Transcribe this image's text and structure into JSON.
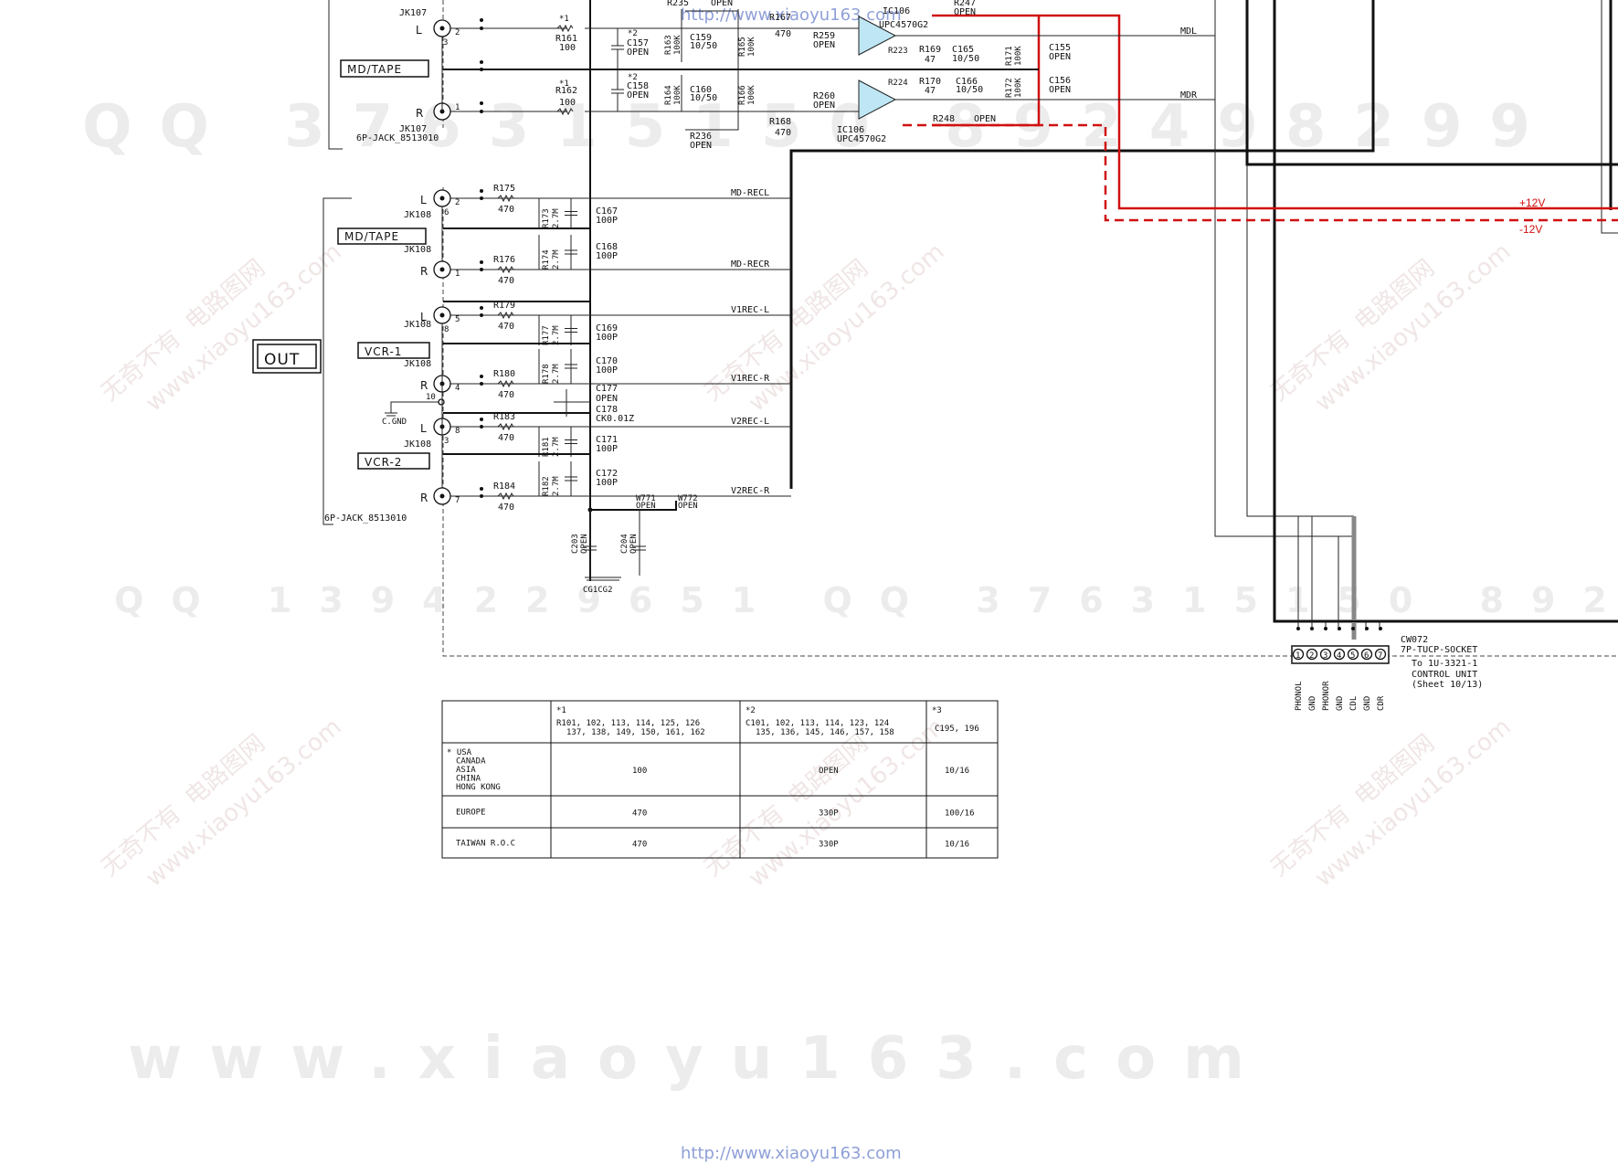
{
  "watermarks": {
    "qq_top": "QQ 376315150  892498299",
    "qq_mid": "QQ 1394229651  QQ 376315150  892498299",
    "site_bottom": "www.xiaoyu163.com",
    "cn_brand": "无奇不有",
    "cn_site": "电路图网",
    "cn_url": "www.xiaoyu163.com",
    "url_top": "http://www.xiaoyu163.com",
    "url_bottom": "http://www.xiaoyu163.com"
  },
  "jacks": {
    "jk107": "JK107",
    "jk108": "JK108",
    "jack_type": "6P-JACK_8513010",
    "L": "L",
    "R": "R",
    "pin1": "1",
    "pin2": "2",
    "pin3": "3",
    "pin4": "4",
    "pin5": "5",
    "pin6": "6",
    "pin7": "7",
    "pin8": "8",
    "pin10": "10"
  },
  "blocks": {
    "md_tape": "MD/TAPE",
    "out": "OUT",
    "vcr1": "VCR-1",
    "vcr2": "VCR-2",
    "cgnd": "C.GND",
    "cg": "CG1CG2"
  },
  "components": {
    "star1": "*1",
    "star2": "*2",
    "r161": "R161",
    "r162": "R162",
    "v100": "100",
    "c157": "C157",
    "c158": "C158",
    "open": "OPEN",
    "r163": "R163",
    "r164": "R164",
    "k100": "100K",
    "c159": "C159",
    "c160": "C160",
    "v1050": "10/50",
    "r165": "R165",
    "r166": "R166",
    "r235": "R235",
    "r236": "R236",
    "r167": "R167",
    "r168": "R168",
    "v470": "470",
    "r259": "R259",
    "r260": "R260",
    "ic106": "IC106",
    "upc": "UPC4570G2",
    "r223": "R223",
    "r224": "R224",
    "r169": "R169",
    "r170": "R170",
    "v47": "47",
    "c165": "C165",
    "c166": "C166",
    "r171": "R171",
    "r172": "R172",
    "r247": "R247",
    "r248": "R248",
    "c155": "C155",
    "c156": "C156",
    "r175": "R175",
    "r176": "R176",
    "r179": "R179",
    "r180": "R180",
    "r183": "R183",
    "r184": "R184",
    "r173": "R173",
    "r174": "R174",
    "r177": "R177",
    "r178": "R178",
    "r181": "R181",
    "r182": "R182",
    "m27": "2.7M",
    "c167": "C167",
    "c168": "C168",
    "c169": "C169",
    "c170": "C170",
    "c171": "C171",
    "c172": "C172",
    "p100": "100P",
    "c177": "C177",
    "c178": "C178",
    "ck": "CK0.01Z",
    "c203": "C203",
    "c204": "C204",
    "w771": "W771",
    "w772": "W772"
  },
  "nets": {
    "mdl": "MDL",
    "mdr": "MDR",
    "md_recl": "MD-RECL",
    "md_recr": "MD-RECR",
    "v1rec_l": "V1REC-L",
    "v1rec_r": "V1REC-R",
    "v2rec_l": "V2REC-L",
    "v2rec_r": "V2REC-R",
    "p12v": "+12V",
    "m12v": "-12V"
  },
  "connector": {
    "ref": "CW072",
    "type": "7P-TUCP-SOCKET",
    "dest1": "To 1U-3321-1",
    "dest2": "CONTROL UNIT",
    "dest3": "(Sheet 10/13)",
    "pins": [
      "1",
      "2",
      "3",
      "4",
      "5",
      "6",
      "7"
    ],
    "signals": [
      "PHONOL",
      "GND",
      "PHONOR",
      "GND",
      "CDL",
      "GND",
      "CDR"
    ]
  },
  "table": {
    "h1_mark": "*1",
    "h1_line1": "R101, 102, 113, 114, 125, 126",
    "h1_line2": "137, 138, 149, 150, 161, 162",
    "h2_mark": "*2",
    "h2_line1": "C101, 102, 113, 114, 123, 124",
    "h2_line2": "135, 136, 145, 146, 157, 158",
    "h3_mark": "*3",
    "h3_line1": "C195, 196",
    "rows": [
      {
        "region_lines": [
          "* USA",
          "CANADA",
          "ASIA",
          "CHINA",
          "HONG KONG"
        ],
        "c1": "100",
        "c2": "OPEN",
        "c3": "10/16"
      },
      {
        "region_lines": [
          "EUROPE"
        ],
        "c1": "470",
        "c2": "330P",
        "c3": "100/16"
      },
      {
        "region_lines": [
          "TAIWAN R.O.C"
        ],
        "c1": "470",
        "c2": "330P",
        "c3": "10/16"
      }
    ]
  },
  "colors": {
    "supply_line": "#d01010",
    "watermark_url": "#8fa0d8",
    "opamp_fill": "#bfe6f4"
  }
}
